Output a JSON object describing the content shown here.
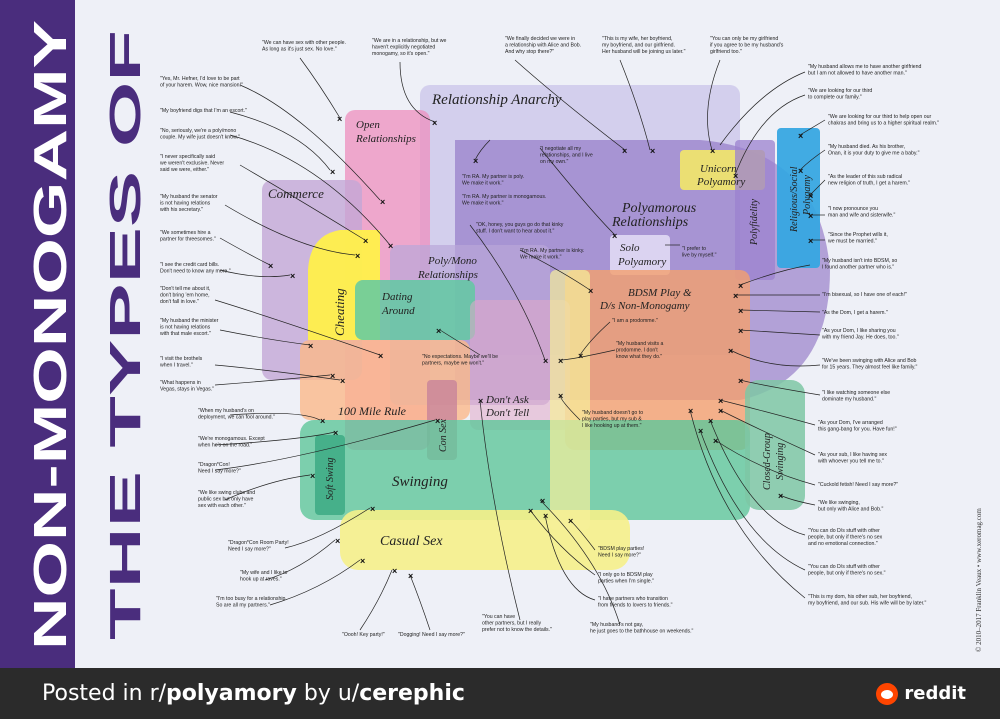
{
  "title": {
    "line1": "THE TYPES OF",
    "line2": "NON-MONOGAMY"
  },
  "copyright": "© 2010–2017 Franklin Veaux • www.xeromag.com",
  "footer": {
    "prefix": "Posted in r/",
    "subreddit": "polyamory",
    "by": " by u/",
    "user": "cerephic",
    "brand": "reddit"
  },
  "colors": {
    "band": "#4a2d7d",
    "background": "#eef0f7",
    "footer": "#2b2b2b",
    "reddit": "#ff4500"
  },
  "regions": {
    "relationship_anarchy": "Relationship Anarchy",
    "open_relationships": [
      "Open",
      "Relationships"
    ],
    "commerce": "Commerce",
    "cheating": "Cheating",
    "poly_mono": [
      "Poly/Mono",
      "Relationships"
    ],
    "dating_around": [
      "Dating",
      "Around"
    ],
    "polyamorous_relationships": [
      "Polyamorous",
      "Relationships"
    ],
    "unicorn_polyamory": [
      "Unicorn",
      "Polyamory"
    ],
    "religious_polygamy": [
      "Religious/Social",
      "Polygamy"
    ],
    "polyfidelity": "Polyfidelity",
    "solo_polyamory": [
      "Solo",
      "Polyamory"
    ],
    "bdsm": [
      "BDSM Play &",
      "D/s Non-Monogamy"
    ],
    "hundred_mile_rule": "100 Mile Rule",
    "con_sex": "Con Sex",
    "dont_ask": [
      "Don't Ask",
      "Don't Tell"
    ],
    "soft_swing": "Soft Swing",
    "swinging": "Swinging",
    "closed_group_swinging": [
      "Closed-Group",
      "Swinging"
    ],
    "casual_sex": "Casual Sex"
  },
  "quotes": {
    "q01": [
      "\"We can have sex with other people.",
      "As long as it's just sex. No love.\""
    ],
    "q02": [
      "\"We are in a relationship, but we",
      "haven't explicitly negotiated",
      "monogamy, so it's open.\""
    ],
    "q03": [
      "\"We finally decided we were in",
      "a relationship with Alice and Bob.",
      "And why stop there?\""
    ],
    "q04": [
      "\"This is my wife, her boyfriend,",
      "my boyfriend, and our girlfriend.",
      "Her husband will be joining us later.\""
    ],
    "q05": [
      "\"You can only be my girlfriend",
      "if you agree to be my husband's",
      "girlfriend too.\""
    ],
    "q06": [
      "\"Yes, Mr. Hefner, I'd love to be part",
      "of your harem. Wow, nice mansion!\""
    ],
    "q07": [
      "\"My boyfriend digs that I'm an escort.\""
    ],
    "q08": [
      "\"No, seriously, we're a poly/mono",
      "couple. My wife just doesn't know.\""
    ],
    "q09": [
      "\"I never specifically said",
      "we weren't exclusive. Never",
      "said we were, either.\""
    ],
    "q10": [
      "\"My husband the senator",
      "is not having relations",
      "with his secretary.\""
    ],
    "q11": [
      "\"We sometimes hire a",
      "partner for threesomes.\""
    ],
    "q12": [
      "\"I see the credit card bills.",
      "Don't need to know any more.\""
    ],
    "q13": [
      "\"Don't tell me about it,",
      "don't bring 'em home,",
      "don't fall in love.\""
    ],
    "q14": [
      "\"My husband the minister",
      "is not having relations",
      "with that male escort.\""
    ],
    "q15": [
      "\"I visit the brothels",
      "when I travel.\""
    ],
    "q16": [
      "\"What happens in",
      "Vegas, stays in Vegas.\""
    ],
    "q17": [
      "\"When my husband's on",
      "deployment, we can fool around.\""
    ],
    "q18": [
      "\"We're monogamous. Except",
      "when he's on the road.\""
    ],
    "q19": [
      "\"Dragon*Con!",
      "Need I say more?\""
    ],
    "q20": [
      "\"We like swing clubs and",
      "public sex but only have",
      "sex with each other.\""
    ],
    "q21": [
      "\"Dragon*Con Room Party!",
      "Need I say more?\""
    ],
    "q22": [
      "\"My wife and I like to",
      "hook up at raves.\""
    ],
    "q23": [
      "\"I'm too busy for a relationship.",
      "So are all my partners.\""
    ],
    "q24": [
      "\"Oooh! Key party!\""
    ],
    "q25": [
      "\"Dogging! Need I say more?\""
    ],
    "q26": [
      "\"You can have",
      "other partners, but I really",
      "prefer not to know the details.\""
    ],
    "q27": [
      "\"My husband's not gay,",
      "he just goes to the bathhouse on weekends.\""
    ],
    "q28": [
      "\"I'm RA. My partner is poly.",
      "We make it work.\""
    ],
    "q29": [
      "\"I'm RA. My partner is monogamous.",
      "We make it work.\""
    ],
    "q30": [
      "\"I negotiate all my",
      "relationships, and I live",
      "on my own.\""
    ],
    "q31": [
      "\"OK, honey, you guys go do that kinky",
      "stuff. I don't want to hear about it.\""
    ],
    "q32": [
      "\"I'm RA. My partner is kinky.",
      "We make it work.\""
    ],
    "q33": [
      "\"I prefer to",
      "live by myself.\""
    ],
    "q34": [
      "\"I am a prodomme.\""
    ],
    "q35": [
      "\"My husband visits a",
      "prodomme. I don't",
      "know what they do.\""
    ],
    "q36": [
      "\"No expectations. Maybe we'll be",
      "partners, maybe we won't.\""
    ],
    "q37": [
      "\"My husband doesn't go to",
      "play parties, but my sub &",
      "I like hooking up at them.\""
    ],
    "q38": [
      "\"BDSM play parties!",
      "Need I say more?\""
    ],
    "q39": [
      "\"I only go to BDSM play",
      "parties when I'm single.\""
    ],
    "q40": [
      "\"I have partners who transition",
      "from friends to lovers to friends.\""
    ],
    "q41": [
      "\"My husband allows me to have another girlfriend",
      "but I am not allowed to have another man.\""
    ],
    "q42": [
      "\"We are looking for our third",
      "to complete our family.\""
    ],
    "q43": [
      "\"We are looking for our third to help open our",
      "chakras and bring us to a higher spiritual realm.\""
    ],
    "q44": [
      "\"My husband died. As his brother,",
      "Onan, it is your duty to give me a baby.\""
    ],
    "q45": [
      "\"As the leader of this sub radical",
      "new religion of truth, I get a harem.\""
    ],
    "q46": [
      "\"I now pronounce you",
      "man and wife and sisterwife.\""
    ],
    "q47": [
      "\"Since the Prophet wills it,",
      "we must be married.\""
    ],
    "q48": [
      "\"My husband isn't into BDSM, so",
      "I found another partner who is.\""
    ],
    "q49": [
      "\"I'm bisexual, so I have one of each!\""
    ],
    "q50": [
      "\"As the Dom, I get a harem.\""
    ],
    "q51": [
      "\"As your Dom, I like sharing you",
      "with my friend Jay. He does, too.\""
    ],
    "q52": [
      "\"We've been swinging with Alice and Bob",
      "for 15 years. They almost feel like family.\""
    ],
    "q53": [
      "\"I like watching someone else",
      "dominate my husband.\""
    ],
    "q54": [
      "\"As your Dom, I've arranged",
      "this gang-bang for you. Have fun!\""
    ],
    "q55": [
      "\"As your sub, I like having sex",
      "with whoever you tell me to.\""
    ],
    "q56": [
      "\"Cuckold fetish! Need I say more?\""
    ],
    "q57": [
      "\"We like swinging,",
      "but only with Alice and Bob.\""
    ],
    "q58": [
      "\"You can do D/s stuff with other",
      "people, but only if there's no sex",
      "and no emotional connection.\""
    ],
    "q59": [
      "\"You can do D/s stuff with other",
      "people, but only if there's no sex.\""
    ],
    "q60": [
      "\"This is my dom, his other sub, her boyfriend,",
      "my boyfriend, and our sub. His wife will be by later.\""
    ]
  }
}
